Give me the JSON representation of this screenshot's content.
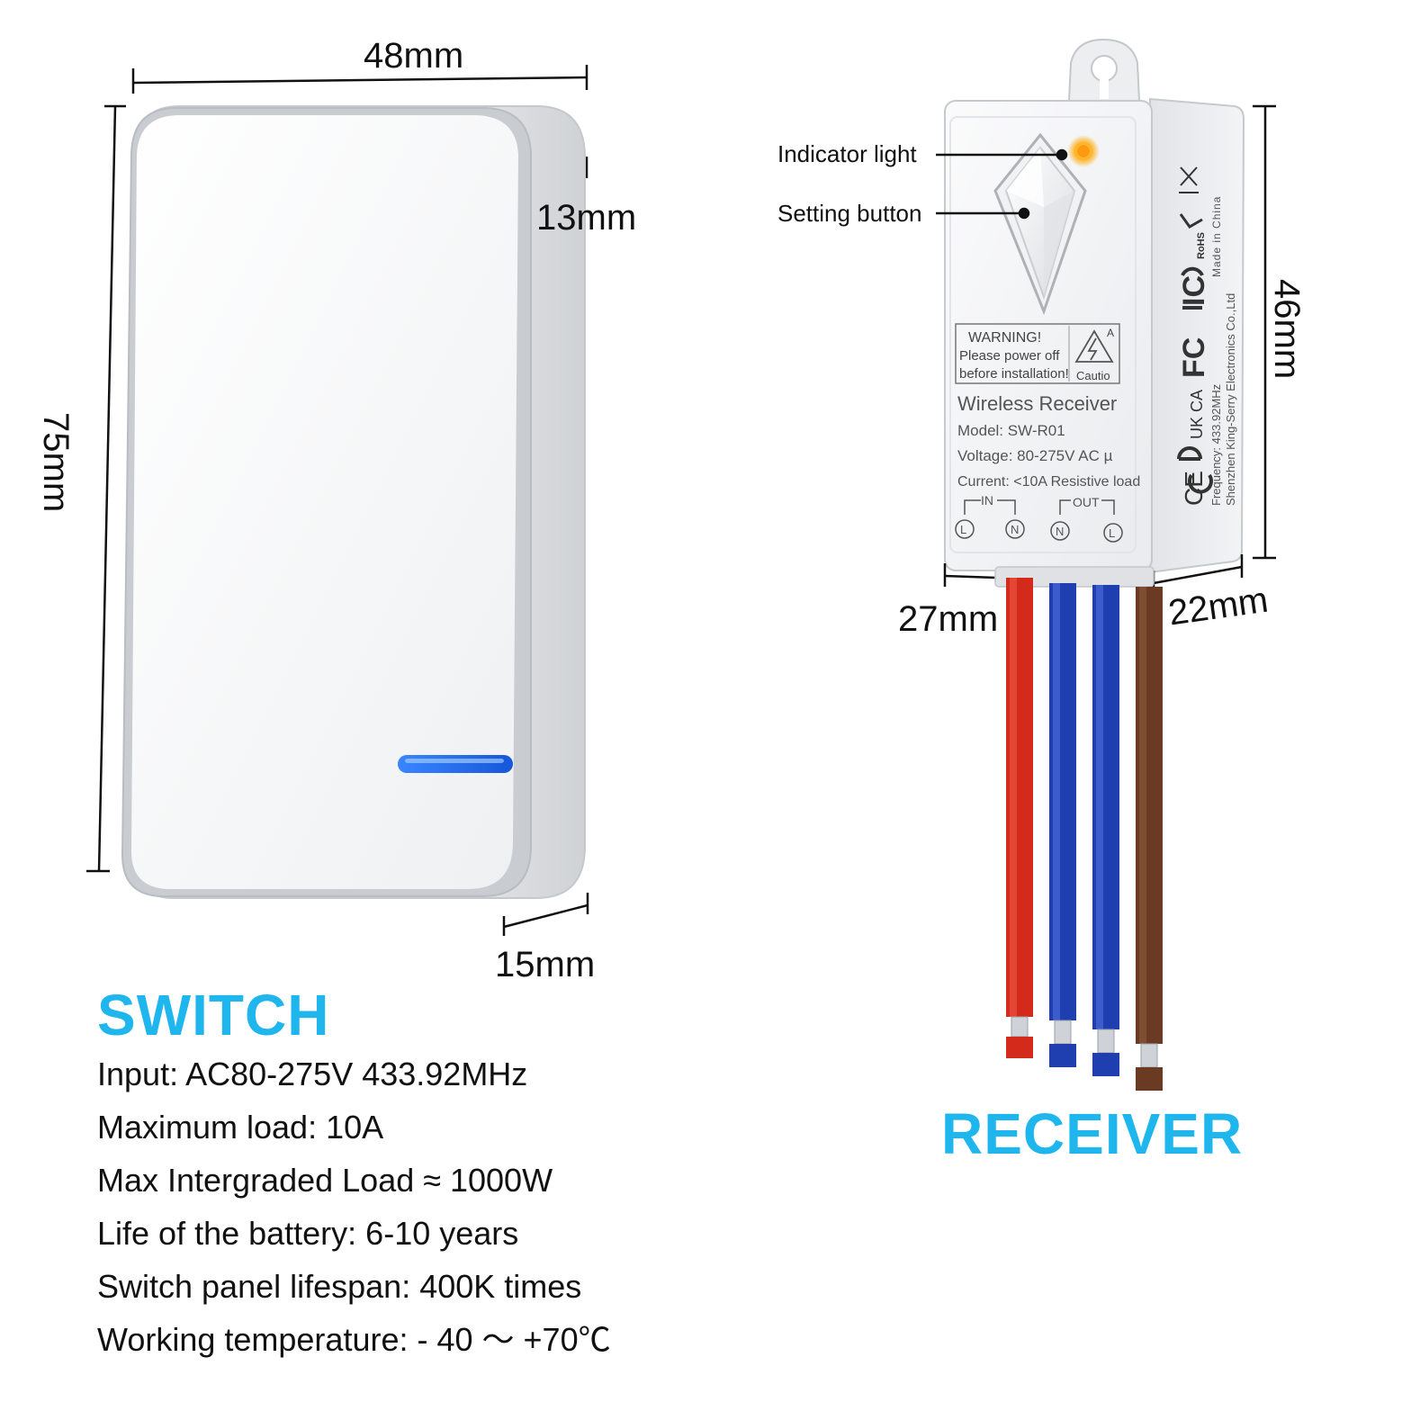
{
  "switch": {
    "dimensions": {
      "width": "48mm",
      "height": "75mm",
      "depth_top": "13mm",
      "depth_bottom": "15mm"
    },
    "title": "SWITCH",
    "specs": [
      "Input: AC80-275V 433.92MHz",
      "Maximum load: 10A",
      "Max Intergraded Load ≈ 1000W",
      "Life of the battery: 6-10 years",
      "Switch panel lifespan: 400K times",
      "Working temperature: - 40 ～ +70℃"
    ],
    "indicator_color": "#2f8cff"
  },
  "receiver": {
    "title": "RECEIVER",
    "dimensions": {
      "height": "46mm",
      "width": "27mm",
      "depth": "22mm"
    },
    "callouts": {
      "indicator": "Indicator light",
      "button": "Setting button"
    },
    "warning": {
      "title": "WARNING!",
      "line1": "Please power off",
      "line2": "before installation!",
      "badge": "A",
      "caution": "Cautio"
    },
    "label": {
      "name": "Wireless Receiver",
      "model": "Model: SW-R01",
      "voltage": "Voltage: 80-275V AC  µ",
      "current": "Current: <10A Resistive load"
    },
    "terminals": {
      "in_label": "IN",
      "out_label": "OUT",
      "pins": [
        "L",
        "N",
        "N",
        "L"
      ]
    },
    "side_text": {
      "made_in": "Made in China",
      "company": "Shenzhen King-Serry Electronics Co.,Ltd",
      "frequency": "Frequency: 433.92MHz",
      "rohs": "RoHS"
    },
    "cert_marks": [
      "CE",
      "UK CA",
      "FC",
      "IC"
    ],
    "wire_colors": [
      "#d42a1c",
      "#1f3fb0",
      "#1f3fb0",
      "#6b3a22"
    ],
    "led_color": "#ffb020",
    "title_color": "#1fb6ee"
  }
}
